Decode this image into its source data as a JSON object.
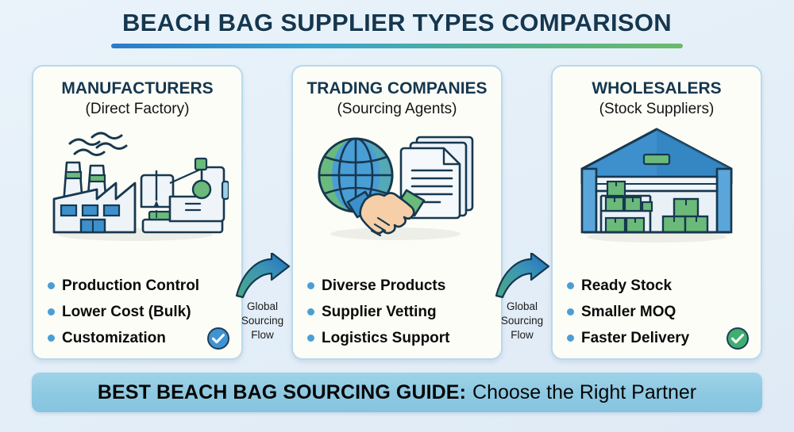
{
  "header": {
    "title": "BEACH BAG SUPPLIER TYPES COMPARISON",
    "rule_gradient_from": "#2a7bc8",
    "rule_gradient_to": "#6cba6a"
  },
  "colors": {
    "background": "#e7f0f9",
    "card_background": "#fdfdf7",
    "card_border": "#b9d9ec",
    "title_navy": "#15374f",
    "bullet_dot_blue": "#4a9ed6",
    "badge_blue": "#3f93d1",
    "badge_green": "#3fae6e",
    "banner_blue": "#8ec9e2",
    "accent_green": "#6cba6a"
  },
  "cards": [
    {
      "id": "manufacturers",
      "title": "MANUFACTURERS",
      "subtitle": "(Direct Factory)",
      "icon": "factory-sewing-machine-icon",
      "bullets": [
        "Production Control",
        "Lower Cost (Bulk)",
        "Customization"
      ],
      "badge": {
        "present": true,
        "icon": "check-circle-icon",
        "color": "#3f93d1"
      }
    },
    {
      "id": "trading-companies",
      "title": "TRADING COMPANIES",
      "subtitle": "(Sourcing Agents)",
      "icon": "globe-handshake-documents-icon",
      "bullets": [
        "Diverse Products",
        "Supplier Vetting",
        "Logistics Support"
      ],
      "badge": {
        "present": false,
        "icon": "",
        "color": ""
      }
    },
    {
      "id": "wholesalers",
      "title": "WHOLESALERS",
      "subtitle": "(Stock Suppliers)",
      "icon": "warehouse-boxes-icon",
      "bullets": [
        "Ready Stock",
        "Smaller MOQ",
        "Faster Delivery"
      ],
      "badge": {
        "present": true,
        "icon": "check-circle-icon",
        "color": "#3fae6e"
      }
    }
  ],
  "connectors": [
    {
      "id": "flow-1",
      "icon": "curved-arrow-right-icon",
      "line1": "Global",
      "line2": "Sourcing",
      "line3": "Flow"
    },
    {
      "id": "flow-2",
      "icon": "curved-arrow-right-icon",
      "line1": "Global",
      "line2": "Sourcing",
      "line3": "Flow"
    }
  ],
  "banner": {
    "strong": "BEST BEACH BAG SOURCING GUIDE:",
    "normal": "Choose the Right Partner"
  }
}
